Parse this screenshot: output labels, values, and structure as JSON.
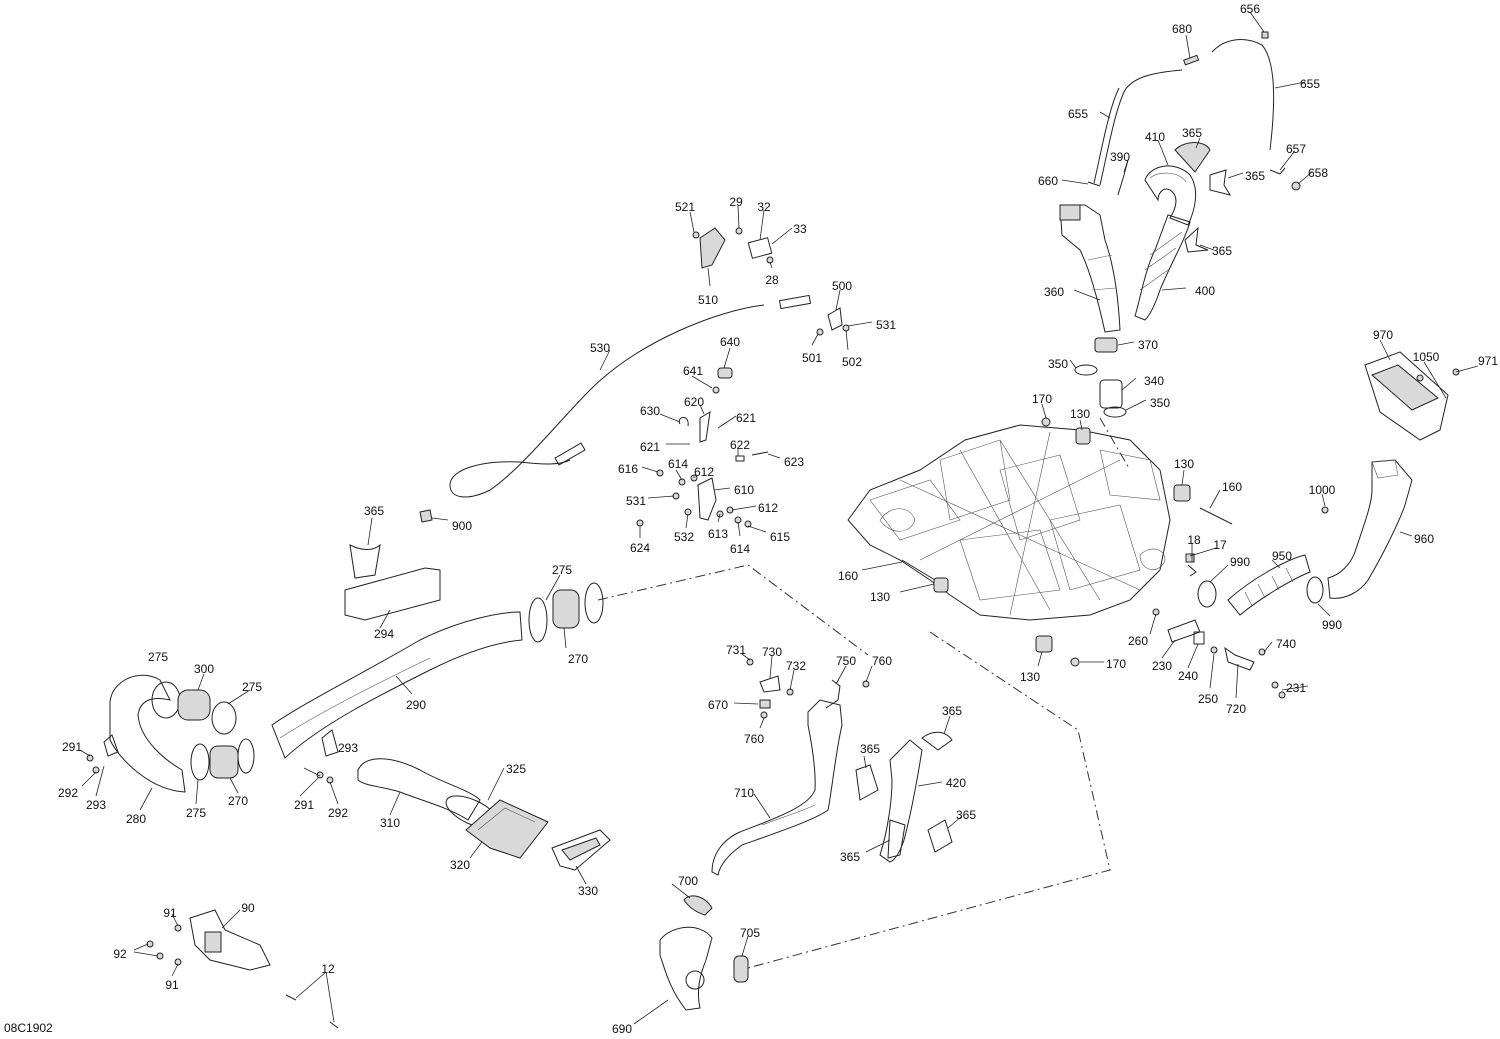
{
  "diagram": {
    "code": "08C1902",
    "labels": [
      "656",
      "680",
      "655",
      "655",
      "410",
      "365",
      "390",
      "657",
      "660",
      "365",
      "658",
      "521",
      "29",
      "32",
      "33",
      "28",
      "510",
      "365",
      "360",
      "400",
      "500",
      "531",
      "501",
      "502",
      "530",
      "640",
      "370",
      "970",
      "1050",
      "971",
      "641",
      "350",
      "340",
      "630",
      "620",
      "621",
      "170",
      "130",
      "350",
      "621",
      "622",
      "623",
      "616",
      "614",
      "612",
      "130",
      "160",
      "531",
      "610",
      "1000",
      "612",
      "900",
      "365",
      "613",
      "614",
      "615",
      "624",
      "532",
      "18",
      "17",
      "960",
      "990",
      "950",
      "160",
      "275",
      "130",
      "990",
      "275",
      "270",
      "294",
      "260",
      "740",
      "170",
      "130",
      "230",
      "240",
      "731",
      "730",
      "732",
      "750",
      "760",
      "250",
      "720",
      "231",
      "300",
      "275",
      "670",
      "290",
      "760",
      "365",
      "291",
      "293",
      "365",
      "420",
      "292",
      "293",
      "325",
      "291",
      "292",
      "270",
      "275",
      "280",
      "310",
      "710",
      "365",
      "365",
      "320",
      "330",
      "700",
      "90",
      "91",
      "92",
      "91",
      "705",
      "12",
      "690"
    ],
    "callouts": [
      "656",
      "680",
      "655",
      "655",
      "410",
      "365",
      "390",
      "657",
      "660",
      "365",
      "658",
      "521",
      "29",
      "32",
      "33",
      "28",
      "510",
      "365",
      "360",
      "400",
      "500",
      "531",
      "501",
      "502",
      "530",
      "640",
      "370",
      "970",
      "1050",
      "971",
      "641",
      "350",
      "340",
      "630",
      "620",
      "621",
      "170",
      "130",
      "350",
      "621",
      "622",
      "623",
      "616",
      "614",
      "612",
      "130",
      "160",
      "531",
      "610",
      "1000",
      "612",
      "900",
      "365",
      "613",
      "614",
      "615",
      "624",
      "532",
      "18",
      "17",
      "960",
      "990",
      "950",
      "160",
      "275",
      "130",
      "990",
      "275",
      "270",
      "294",
      "260",
      "740",
      "170",
      "130",
      "230",
      "240",
      "731",
      "730",
      "732",
      "750",
      "760",
      "250",
      "720",
      "231",
      "300",
      "275",
      "670",
      "290",
      "760",
      "365",
      "291",
      "293",
      "365",
      "420",
      "292",
      "293",
      "325",
      "291",
      "292",
      "270",
      "275",
      "280",
      "310",
      "710",
      "365",
      "365",
      "320",
      "330",
      "700",
      "90",
      "91",
      "92",
      "91",
      "705",
      "12",
      "690"
    ]
  }
}
